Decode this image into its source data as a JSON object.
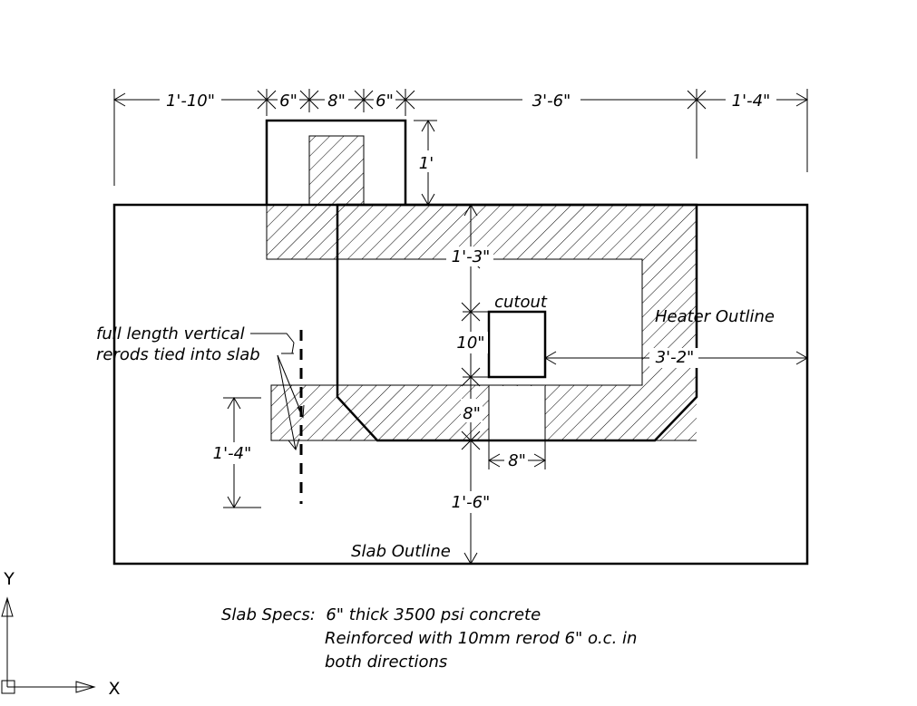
{
  "dimensions": {
    "top": [
      "1'-10\"",
      "6\"",
      "8\"",
      "6\"",
      "3'-6\"",
      "1'-4\""
    ],
    "post_height": "1'",
    "heater_to_inner": "1'-3\"",
    "cutout_height": "10\"",
    "cutout_to_slab_edge": "3'-2\"",
    "lower_bar_thickness": "8\"",
    "cutout_width": "8\"",
    "lower_bar_to_slab_edge": "1'-6\"",
    "rerod_span": "1'-4\""
  },
  "labels": {
    "cutout": "cutout",
    "heater_outline": "Heater Outline",
    "slab_outline": "Slab Outline",
    "rerod_note_line1": "full length vertical",
    "rerod_note_line2": "rerods tied into slab"
  },
  "specs": {
    "line1": "Slab Specs:  6\" thick 3500 psi concrete",
    "line2": "Reinforced with 10mm rerod 6\" o.c. in",
    "line3": "both directions"
  },
  "ucs": {
    "y_label": "Y",
    "x_label": "X"
  }
}
